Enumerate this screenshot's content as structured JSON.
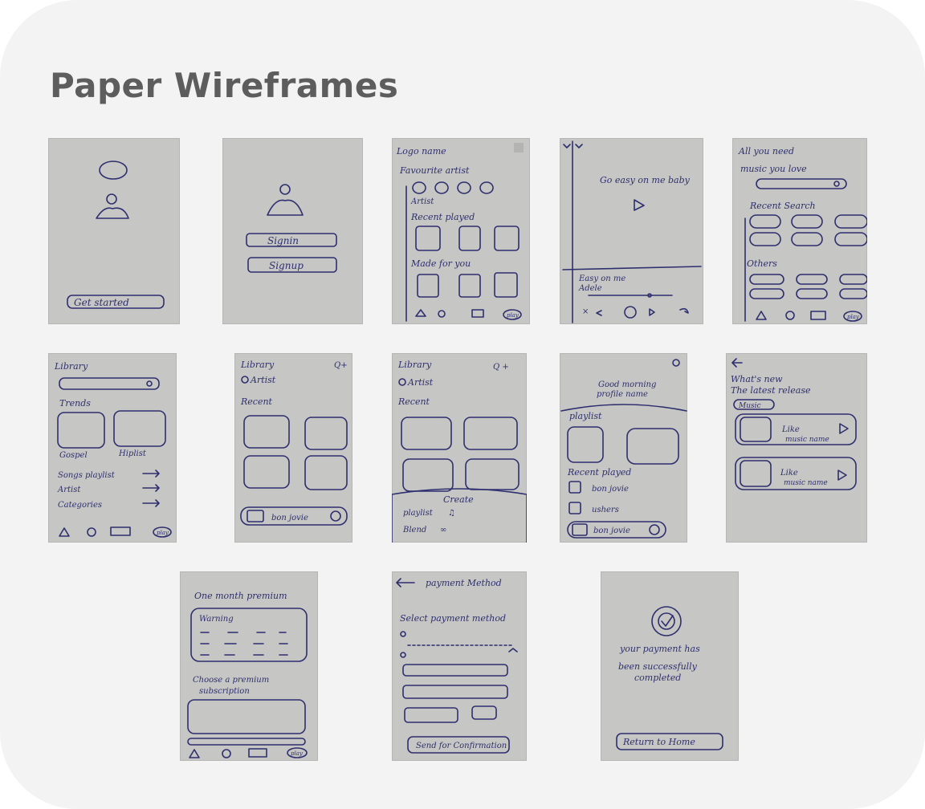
{
  "page": {
    "title": "Paper Wireframes"
  },
  "sketches": {
    "s1": {
      "cta": "Get started"
    },
    "s2": {
      "signin": "Signin",
      "signup": "Signup"
    },
    "s3": {
      "logo": "Logo name",
      "fav": "Favourite artist",
      "artist": "Artist",
      "recent": "Recent played",
      "made": "Made for you",
      "tab": "play"
    },
    "s4": {
      "song": "Go easy on me baby",
      "track": "Easy on me",
      "artist": "Adele"
    },
    "s5": {
      "h1": "All you need",
      "h2": "music you love",
      "recent": "Recent Search",
      "others": "Others",
      "tab": "play"
    },
    "s6": {
      "title": "Library",
      "trends": "Trends",
      "g1": "Gospel",
      "g2": "Hiplist",
      "l1": "Songs playlist",
      "l2": "Artist",
      "l3": "Categories",
      "tab": "play"
    },
    "s7": {
      "title": "Library",
      "artist": "Artist",
      "recent": "Recent",
      "now": "bon jovie"
    },
    "s8": {
      "title": "Library",
      "artist": "Artist",
      "recent": "Recent",
      "create": "Create",
      "playlist": "playlist",
      "blend": "Blend"
    },
    "s9": {
      "greet1": "Good morning",
      "greet2": "profile name",
      "playlist": "playlist",
      "recent": "Recent played",
      "i1": "bon jovie",
      "i2": "ushers",
      "now": "bon jovie"
    },
    "s10": {
      "h1": "What's new",
      "h2": "The latest release",
      "chip": "Music",
      "c1a": "Like",
      "c1b": "music name",
      "c2a": "Like",
      "c2b": "music name"
    },
    "s11": {
      "title": "One month premium",
      "warn": "Warning",
      "choose1": "Choose a premium",
      "choose2": "subscription",
      "tab": "play"
    },
    "s12": {
      "title": "payment Method",
      "select": "Select payment method",
      "send": "Send for Confirmation"
    },
    "s13": {
      "msg1": "your payment has",
      "msg2": "been successfully",
      "msg3": "completed",
      "btn": "Return to Home"
    }
  }
}
